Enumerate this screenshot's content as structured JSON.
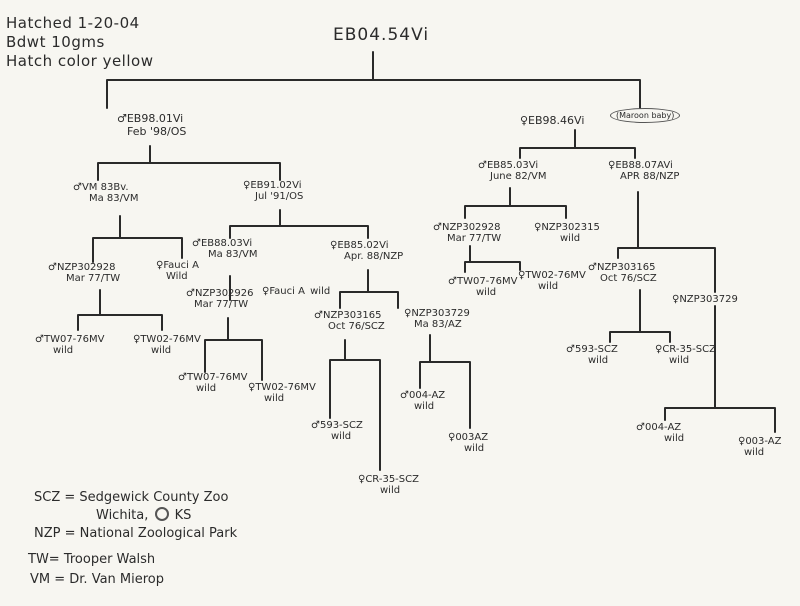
{
  "header": {
    "hatched": "Hatched 1-20-04",
    "bdwt": "Bdwt 10gms",
    "color": "Hatch color yellow"
  },
  "root": {
    "id": "EB04.54Vi"
  },
  "nodes": {
    "sire": {
      "id": "♂EB98.01Vi",
      "date": "Feb '98/OS"
    },
    "dam": {
      "id": "♀EB98.46Vi",
      "note": "(Maroon baby)"
    },
    "sire_sire": {
      "id": "♂VM 83Bv.",
      "date": "Ma 83/VM"
    },
    "sire_dam": {
      "id": "♀EB91.02Vi",
      "date": "Jul '91/OS"
    },
    "ss_sire": {
      "id": "♂NZP302928",
      "date": "Mar 77/TW"
    },
    "ss_dam": {
      "id": "♀Fauci A",
      "date": "Wild"
    },
    "sss_sire": {
      "id": "♂TW07-76MV",
      "date": "wild"
    },
    "sss_dam": {
      "id": "♀TW02-76MV",
      "date": "wild"
    },
    "sd_sire": {
      "id": "♂EB88.03Vi",
      "date": "Ma 83/VM"
    },
    "sd_dam": {
      "id": "♀EB85.02Vi",
      "date": "Apr. 88/NZP"
    },
    "sds_sire": {
      "id": "♂NZP302926",
      "date": "Mar 77/TW"
    },
    "sds_dam": {
      "id": "♀Fauci A",
      "date": "wild"
    },
    "sdss_sire": {
      "id": "♂TW07-76MV",
      "date": "wild"
    },
    "sdss_dam": {
      "id": "♀TW02-76MV",
      "date": "wild"
    },
    "sdd_sire": {
      "id": "♂NZP303165",
      "date": "Oct 76/SCZ"
    },
    "sdd_dam": {
      "id": "♀NZP303729",
      "date": "Ma 83/AZ"
    },
    "sdds_sire": {
      "id": "♂593-SCZ",
      "date": "wild"
    },
    "sdds_dam": {
      "id": "♀CR-35-SCZ",
      "date": "wild"
    },
    "sddd_sire": {
      "id": "♂004-AZ",
      "date": "wild"
    },
    "sddd_dam": {
      "id": "♀003AZ",
      "date": "wild"
    },
    "dam_sire": {
      "id": "♂EB85.03Vi",
      "date": "June 82/VM"
    },
    "dam_dam": {
      "id": "♀EB88.07AVi",
      "date": "APR 88/NZP"
    },
    "ds_sire": {
      "id": "♂NZP302928",
      "date": "Mar 77/TW"
    },
    "ds_dam": {
      "id": "♀NZP302315",
      "date": "wild"
    },
    "dss_sire": {
      "id": "♂TW07-76MV",
      "date": "wild"
    },
    "dss_dam": {
      "id": "♀TW02-76MV",
      "date": "wild"
    },
    "dd_sire": {
      "id": "♂NZP303165",
      "date": "Oct 76/SCZ"
    },
    "dd_dam": {
      "id": "♀NZP303729",
      "date": ""
    },
    "dds_sire": {
      "id": "♂593-SCZ",
      "date": "wild"
    },
    "dds_dam": {
      "id": "♀CR-35-SCZ",
      "date": "wild"
    },
    "ddd_sire": {
      "id": "♂004-AZ",
      "date": "wild"
    },
    "ddd_dam": {
      "id": "♀003-AZ",
      "date": "wild"
    }
  },
  "legend": {
    "scz": "SCZ = Sedgewick County Zoo",
    "scz_city": "Wichita,",
    "scz_state": "KS",
    "nzp": "NZP = National Zoological Park",
    "tw": "TW= Trooper Walsh",
    "vm": "VM = Dr. Van Mierop"
  }
}
